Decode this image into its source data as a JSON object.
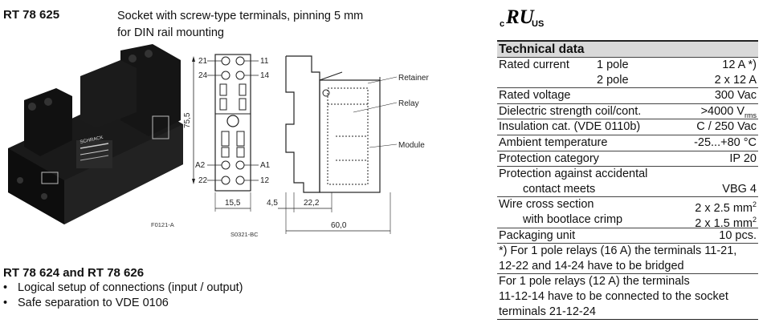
{
  "header": {
    "model": "RT 78 625",
    "desc_line1": "Socket with screw-type terminals, pinning 5 mm",
    "desc_line2": "for DIN rail mounting"
  },
  "cert": {
    "prefix": "c",
    "mark": "RU",
    "suffix": "US"
  },
  "photo": {
    "code": "F0121-A",
    "brand": "SCHRACK"
  },
  "drawing": {
    "code": "S0321-BC",
    "term_21": "21",
    "term_24": "24",
    "term_a2": "A2",
    "term_22": "22",
    "term_11": "11",
    "term_14": "14",
    "term_a1": "A1",
    "term_12": "12",
    "height": "75,5",
    "width_front": "15,5",
    "dim_45": "4,5",
    "dim_222": "22,2",
    "dim_600": "60,0",
    "label_retainer": "Retainer",
    "label_relay": "Relay",
    "label_module": "Module"
  },
  "variants": {
    "title": "RT 78 624 and RT 78 626",
    "bullets": [
      "Logical setup of connections (input / output)",
      "Safe separation to VDE 0106"
    ]
  },
  "technical": {
    "title": "Technical data",
    "rows": [
      {
        "label": "Rated current",
        "sub": "1 pole",
        "value": "12 A *)"
      },
      {
        "label": "",
        "sub": "2 pole",
        "value": "2 x 12 A"
      },
      {
        "label": "Rated voltage",
        "sub": "",
        "value": "300 Vac"
      },
      {
        "label": "Dielectric strength coil/cont.",
        "sub": "",
        "value": ">4000 V",
        "unit_sub": "rms"
      },
      {
        "label": "Insulation cat. (VDE 0110b)",
        "sub": "",
        "value": "C / 250 Vac"
      },
      {
        "label": "Ambient temperature",
        "sub": "",
        "value": "-25...+80 °C"
      },
      {
        "label": "Protection category",
        "sub": "",
        "value": "IP 20"
      },
      {
        "label": "Protection against accidental",
        "sub": "",
        "value": ""
      },
      {
        "label": "contact meets",
        "sub": "",
        "value": "VBG 4"
      },
      {
        "label": "Wire cross section",
        "sub": "",
        "value": "2 x 2.5 mm",
        "unit_sup": "2"
      },
      {
        "label": "with bootlace crimp",
        "sub": "",
        "value": "2 x 1.5 mm",
        "unit_sup": "2"
      },
      {
        "label": "Packaging unit",
        "sub": "",
        "value": "10 pcs."
      }
    ],
    "note1_line1": "*) For 1 pole relays (16 A) the terminals 11-21,",
    "note1_line2": "12-22 and 14-24 have to be bridged",
    "note2_line1": "For 1 pole relays (12 A) the terminals",
    "note2_line2": "11-12-14 have to be connected to the socket",
    "note2_line3": "terminals 21-12-24"
  }
}
